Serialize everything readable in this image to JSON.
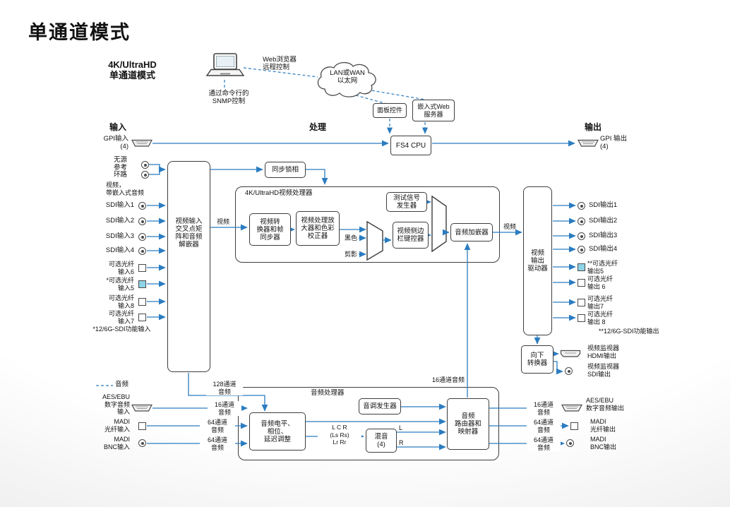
{
  "page": {
    "title": "单通道模式",
    "mode": "4K/UltraHD\n单通道模式"
  },
  "headers": {
    "input": "输入",
    "process": "处理",
    "output": "输出"
  },
  "top": {
    "web_remote": "Web浏览器\n远程控制",
    "snmp": "通过命令行的\nSNMP控制",
    "cloud": "LAN或WAN\n以太网",
    "panel": "面板控件",
    "web_server": "嵌入式Web\n服务器",
    "cpu": "FS4 CPU"
  },
  "left": {
    "gpi": "GPI输入\n(4)",
    "ref": "无源\n参考\n环路",
    "video_note": "视频，\n带嵌入式音频",
    "sdi1": "SDI输入1",
    "sdi2": "SDI输入2",
    "sdi3": "SDI输入3",
    "sdi4": "SDI输入4",
    "fiber6": "可选光纤\n输入6",
    "fiber5": "*可选光纤\n输入5",
    "fiber8": "可选光纤\n输入8",
    "fiber7": "可选光纤\n输入7",
    "fiber_note": "*12/6G-SDI功能输入",
    "audio_header": "音频",
    "aes": "AES/EBU\n数字音频\n输入",
    "madi_fiber": "MADI\n光纤输入",
    "madi_bnc": "MADI\nBNC输入"
  },
  "blocks": {
    "input_router": "视频输入\n交叉点矩\n阵和音频\n解嵌器",
    "genlock": "同步锁相",
    "vproc_title": "4K/UltraHD视频处理器",
    "converter": "视频转\n换器和帧\n同步器",
    "procamp": "视频处理放\n大器和色彩\n校正器",
    "testgen": "测试信号\n发生器",
    "black": "黑色",
    "matte": "剪影",
    "keyer": "视频侧边\n栏键控器",
    "embedder": "音频加嵌器",
    "out_driver": "视频\n输出\n驱动器",
    "downconv": "向下\n转换器",
    "aproc_title": "音频处理器",
    "alevel": "音频电平、\n相位、\n延迟调整",
    "tonegen": "音调发生器",
    "lcr": "L C R\n(Ls Rs)\nLr Rr",
    "mixdown": "混音\n(4)",
    "mix_l": "L",
    "mix_r": "R",
    "arouter": "音频\n路由器和\n映射器",
    "video_label_in": "视频",
    "video_label_out": "视频"
  },
  "channels": {
    "ch128": "128通道\n音频",
    "ch16_in": "16通道\n音频",
    "ch64_fiber_in": "64通道\n音频",
    "ch64_bnc_in": "64通道\n音频",
    "ch16_embed": "16通道音频",
    "ch16_out": "16通道\n音频",
    "ch64_fiber_out": "64通道\n音频",
    "ch64_bnc_out": "64通道\n音频"
  },
  "right": {
    "gpi": "GPI 输出\n(4)",
    "sdi1": "SDI输出1",
    "sdi2": "SDI输出2",
    "sdi3": "SDI输出3",
    "sdi4": "SDI输出4",
    "fiber5": "**可选光纤\n输出5",
    "fiber6": "可选光纤\n输出 6",
    "fiber7": "可选光纤\n输出7",
    "fiber8": "可选光纤\n输出 8",
    "fiber_note": "**12/6G-SDI功能输出",
    "hdmi_mon": "视频监视器\nHDMI输出",
    "sdi_mon": "视频监视器\nSDI输出",
    "aes": "AES/EBU\n数字音频输出",
    "madi_fiber": "MADI\n光纤输出",
    "madi_bnc": "MADI\nBNC输出"
  },
  "colors": {
    "wire": "#2b7cc0",
    "fiber_active": "#8ed3e6",
    "box_border": "#3d3d3d"
  }
}
